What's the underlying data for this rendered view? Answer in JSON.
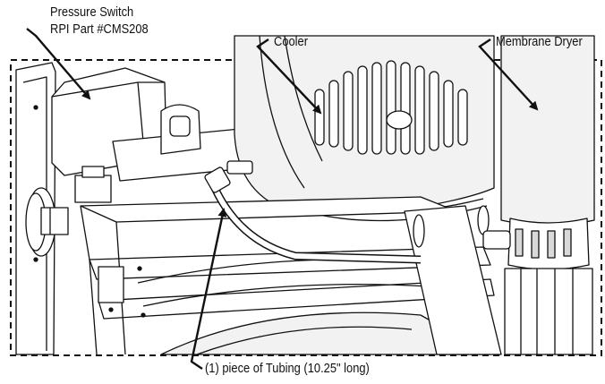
{
  "labels": {
    "pressure_switch_line1": "Pressure Switch",
    "pressure_switch_line2": "RPI Part #CMS208",
    "cooler": "Cooler",
    "membrane_dryer": "Membrane Dryer",
    "tubing": "(1) piece of Tubing (10.25\" long)"
  },
  "colors": {
    "line": "#111111",
    "paper": "#ffffff",
    "light_fill": "#f2f2f2",
    "mid_fill": "#d9d9d9"
  }
}
